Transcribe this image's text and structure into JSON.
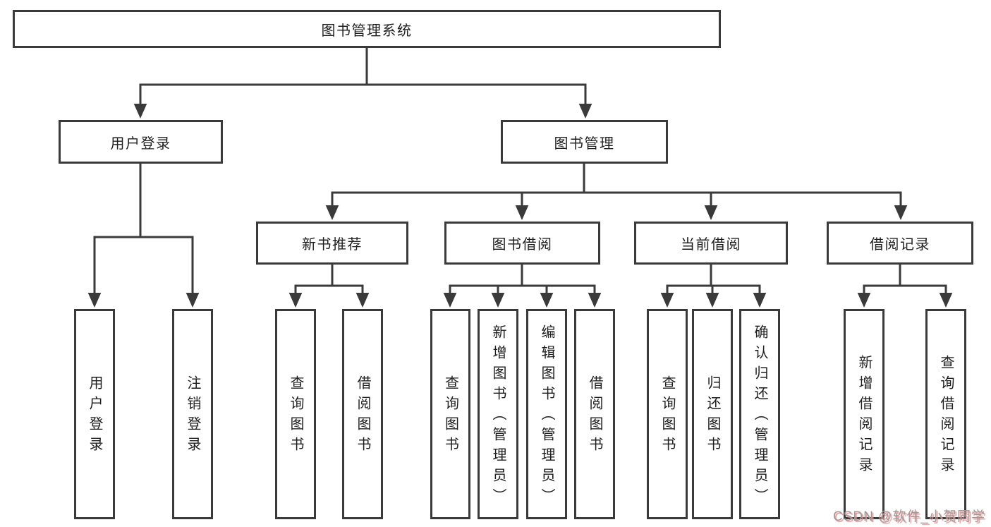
{
  "tree": {
    "root": {
      "label": "图书管理系统"
    },
    "branches": [
      {
        "label": "用户登录",
        "children": [
          {
            "label": "用户登录"
          },
          {
            "label": "注销登录"
          }
        ]
      },
      {
        "label": "图书管理",
        "sections": [
          {
            "label": "新书推荐",
            "children": [
              {
                "label": "查询图书"
              },
              {
                "label": "借阅图书"
              }
            ]
          },
          {
            "label": "图书借阅",
            "children": [
              {
                "label": "查询图书"
              },
              {
                "label": "新增图书（管理员）"
              },
              {
                "label": "编辑图书（管理员）"
              },
              {
                "label": "借阅图书"
              }
            ]
          },
          {
            "label": "当前借阅",
            "children": [
              {
                "label": "查询图书"
              },
              {
                "label": "归还图书"
              },
              {
                "label": "确认归还（管理员）"
              }
            ]
          },
          {
            "label": "借阅记录",
            "children": [
              {
                "label": "新增借阅记录"
              },
              {
                "label": "查询借阅记录"
              }
            ]
          }
        ]
      }
    ]
  },
  "watermark": "CSDN @软件_小贺同学",
  "colors": {
    "line": "#3a3a3a",
    "box_background": "#ffffff",
    "text": "#1e1e1e",
    "watermark_text": "#9b9b9b",
    "watermark_shadow": "#ea9090"
  }
}
